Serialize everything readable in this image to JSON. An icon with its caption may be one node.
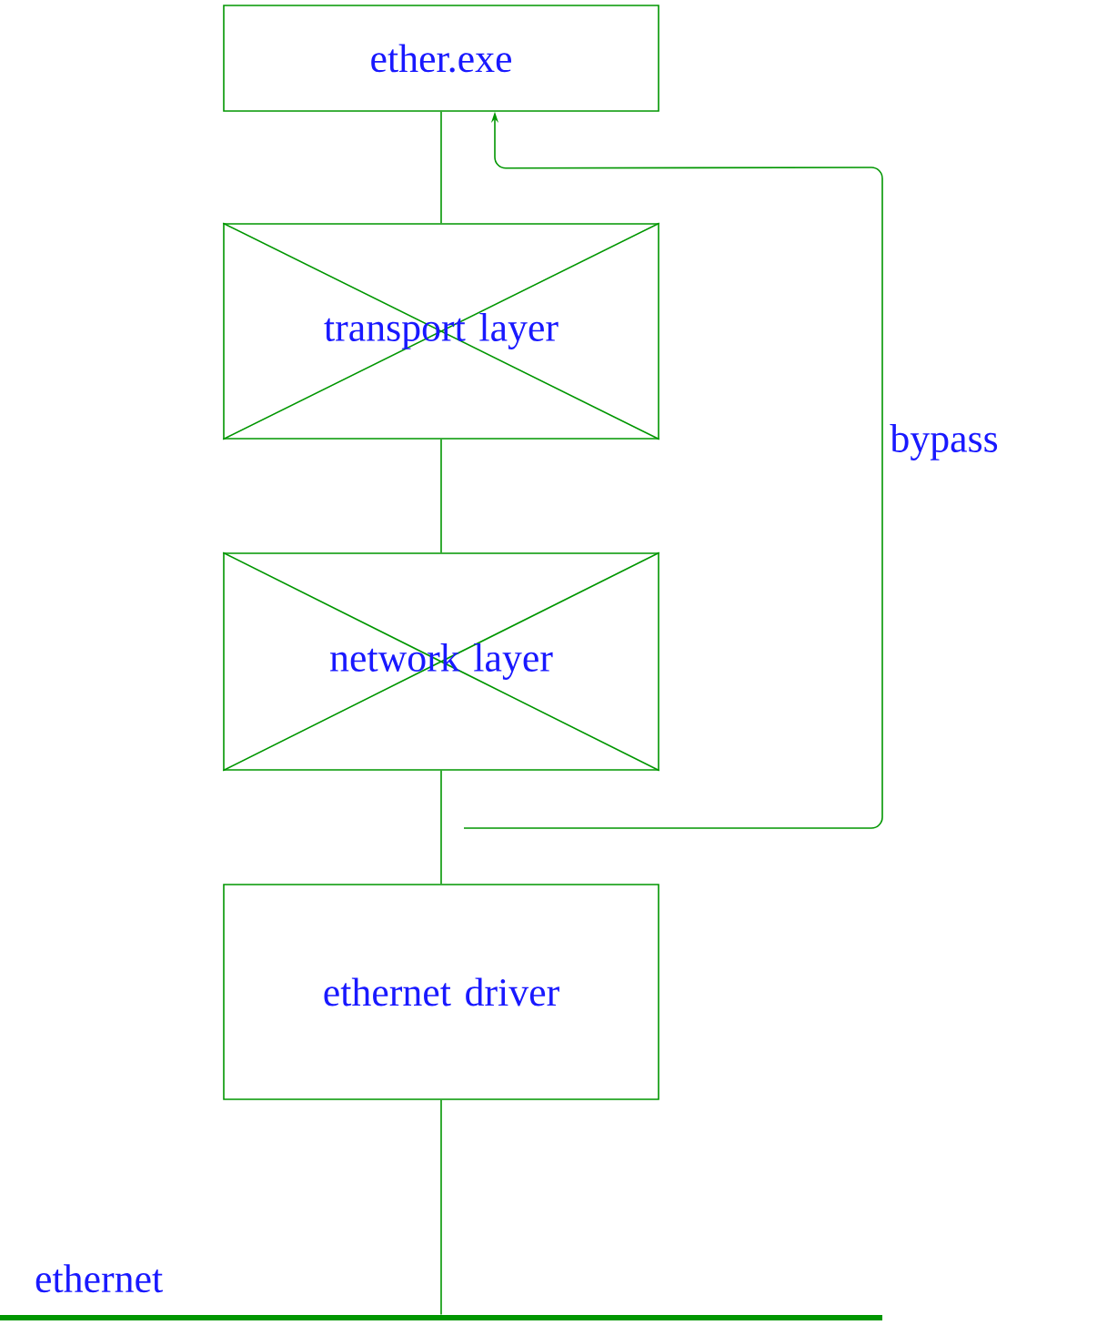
{
  "diagram": {
    "nodes": [
      {
        "text": [
          "ether.exe"
        ]
      },
      {
        "text": [
          "transport layer"
        ]
      },
      {
        "text": [
          "network layer"
        ]
      },
      {
        "text": [
          "ethernet driver"
        ]
      },
      {
        "text": [
          "ethernet"
        ]
      }
    ],
    "edges": [
      {
        "from": 0,
        "to": 1,
        "arrow": "none"
      },
      {
        "from": 1,
        "to": 2,
        "arrow": "none"
      },
      {
        "from": 2,
        "to": 3,
        "arrow": "none"
      },
      {
        "from": 3,
        "to": 4,
        "arrow": "none"
      },
      {
        "from": null,
        "to": 0,
        "arrow": "to",
        "label": "bypass"
      }
    ]
  }
}
